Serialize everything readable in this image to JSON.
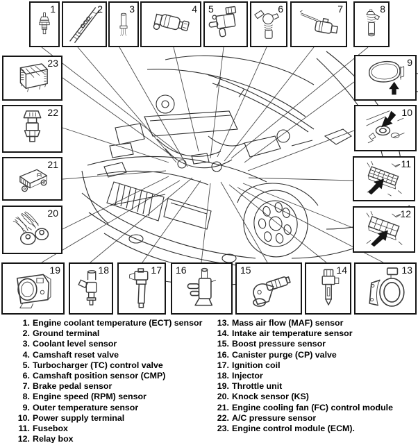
{
  "callouts": [
    "1",
    "2",
    "3",
    "4",
    "5",
    "6",
    "7",
    "8",
    "9",
    "10",
    "11",
    "12",
    "13",
    "14",
    "15",
    "16",
    "17",
    "18",
    "19",
    "20",
    "21",
    "22",
    "23"
  ],
  "legend": {
    "left": [
      {
        "num": "1.",
        "text": "Engine coolant temperature (ECT) sensor"
      },
      {
        "num": "2.",
        "text": "Ground terminal"
      },
      {
        "num": "3.",
        "text": "Coolant level sensor"
      },
      {
        "num": "4.",
        "text": "Camshaft reset valve"
      },
      {
        "num": "5.",
        "text": "Turbocharger (TC) control valve"
      },
      {
        "num": "6.",
        "text": "Camshaft position sensor (CMP)"
      },
      {
        "num": "7.",
        "text": "Brake pedal sensor"
      },
      {
        "num": "8.",
        "text": "Engine speed (RPM) sensor"
      },
      {
        "num": "9.",
        "text": "Outer temperature sensor"
      },
      {
        "num": "10.",
        "text": "Power supply terminal"
      },
      {
        "num": "11.",
        "text": "Fusebox"
      },
      {
        "num": "12.",
        "text": "Relay box"
      }
    ],
    "right": [
      {
        "num": "13.",
        "text": "Mass air flow (MAF) sensor"
      },
      {
        "num": "14.",
        "text": "Intake air temperature sensor"
      },
      {
        "num": "15.",
        "text": "Boost pressure sensor"
      },
      {
        "num": "16.",
        "text": "Canister purge (CP) valve"
      },
      {
        "num": "17.",
        "text": "Ignition coil"
      },
      {
        "num": "18.",
        "text": "Injector"
      },
      {
        "num": "19.",
        "text": "Throttle unit"
      },
      {
        "num": "20.",
        "text": "Knock sensor (KS)"
      },
      {
        "num": "21.",
        "text": "Engine cooling fan (FC) control module"
      },
      {
        "num": "22.",
        "text": "A/C pressure sensor"
      },
      {
        "num": "23.",
        "text": "Engine control module (ECM)."
      }
    ]
  },
  "colors": {
    "ink": "#1a1a1a",
    "background": "#ffffff",
    "arrow": "#141414"
  }
}
